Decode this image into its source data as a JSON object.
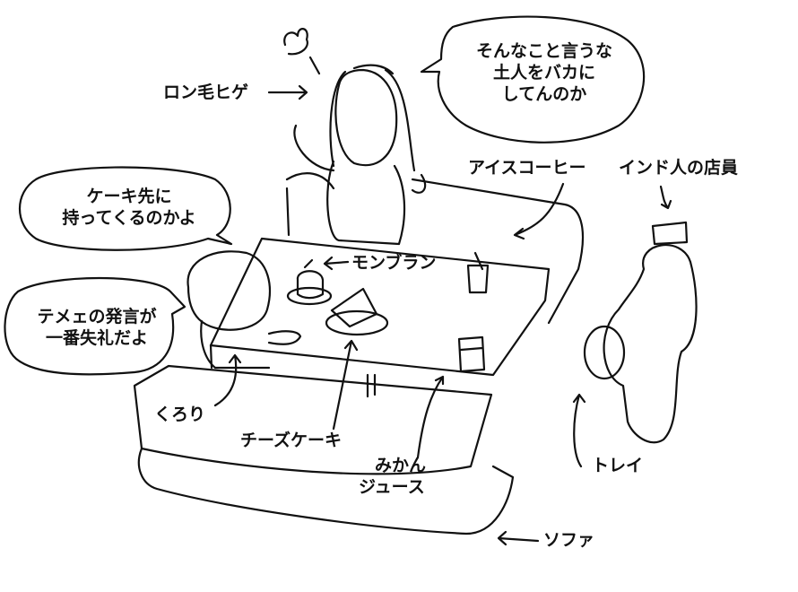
{
  "labels": {
    "long_hair_beard": "ロン毛ヒゲ",
    "iced_coffee": "アイスコーヒー",
    "indian_clerk": "インド人の店員",
    "mont_blanc": "モンブラン",
    "kuroro": "くろり",
    "cheesecake": "チーズケーキ",
    "orange_juice_line1": "みかん",
    "orange_juice_line2": "ジュース",
    "tray": "トレイ",
    "sofa": "ソファ"
  },
  "bubbles": {
    "top_right": [
      "そんなこと言うな",
      "土人をバカに",
      "してんのか"
    ],
    "left_upper": [
      "ケーキ先に",
      "持ってくるのかよ"
    ],
    "left_lower": [
      "テメェの発言が",
      "一番失礼だよ"
    ]
  },
  "colors": {
    "ink": "#111111",
    "paper": "#ffffff"
  }
}
